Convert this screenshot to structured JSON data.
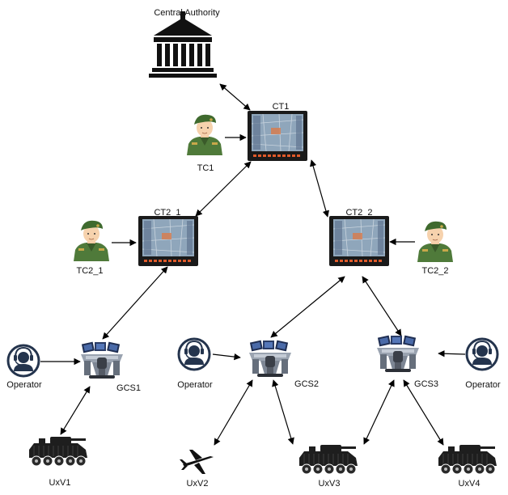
{
  "labels": {
    "central_authority": "Central Authority",
    "ct1": "CT1",
    "tc1": "TC1",
    "ct2_1": "CT2_1",
    "ct2_2": "CT2_2",
    "tc2_1": "TC2_1",
    "tc2_2": "TC2_2",
    "operator": "Operator",
    "gcs1": "GCS1",
    "gcs2": "GCS2",
    "gcs3": "GCS3",
    "uxv1": "UxV1",
    "uxv2": "UxV2",
    "uxv3": "UxV3",
    "uxv4": "UxV4"
  },
  "icons": {
    "building": "government-building-icon",
    "terminal": "command-terminal-icon",
    "commander": "military-commander-icon",
    "operator": "operator-headset-icon",
    "gcs": "ground-control-station-icon",
    "vehicle": "armored-vehicle-icon",
    "drone": "drone-icon"
  },
  "colors": {
    "line": "#000000",
    "uniform": "#4f7a3a",
    "screen": "#8fa6bb",
    "terminal_frame": "#1a1a1a",
    "led": "#e05a2a",
    "operator_ring": "#24344d"
  }
}
